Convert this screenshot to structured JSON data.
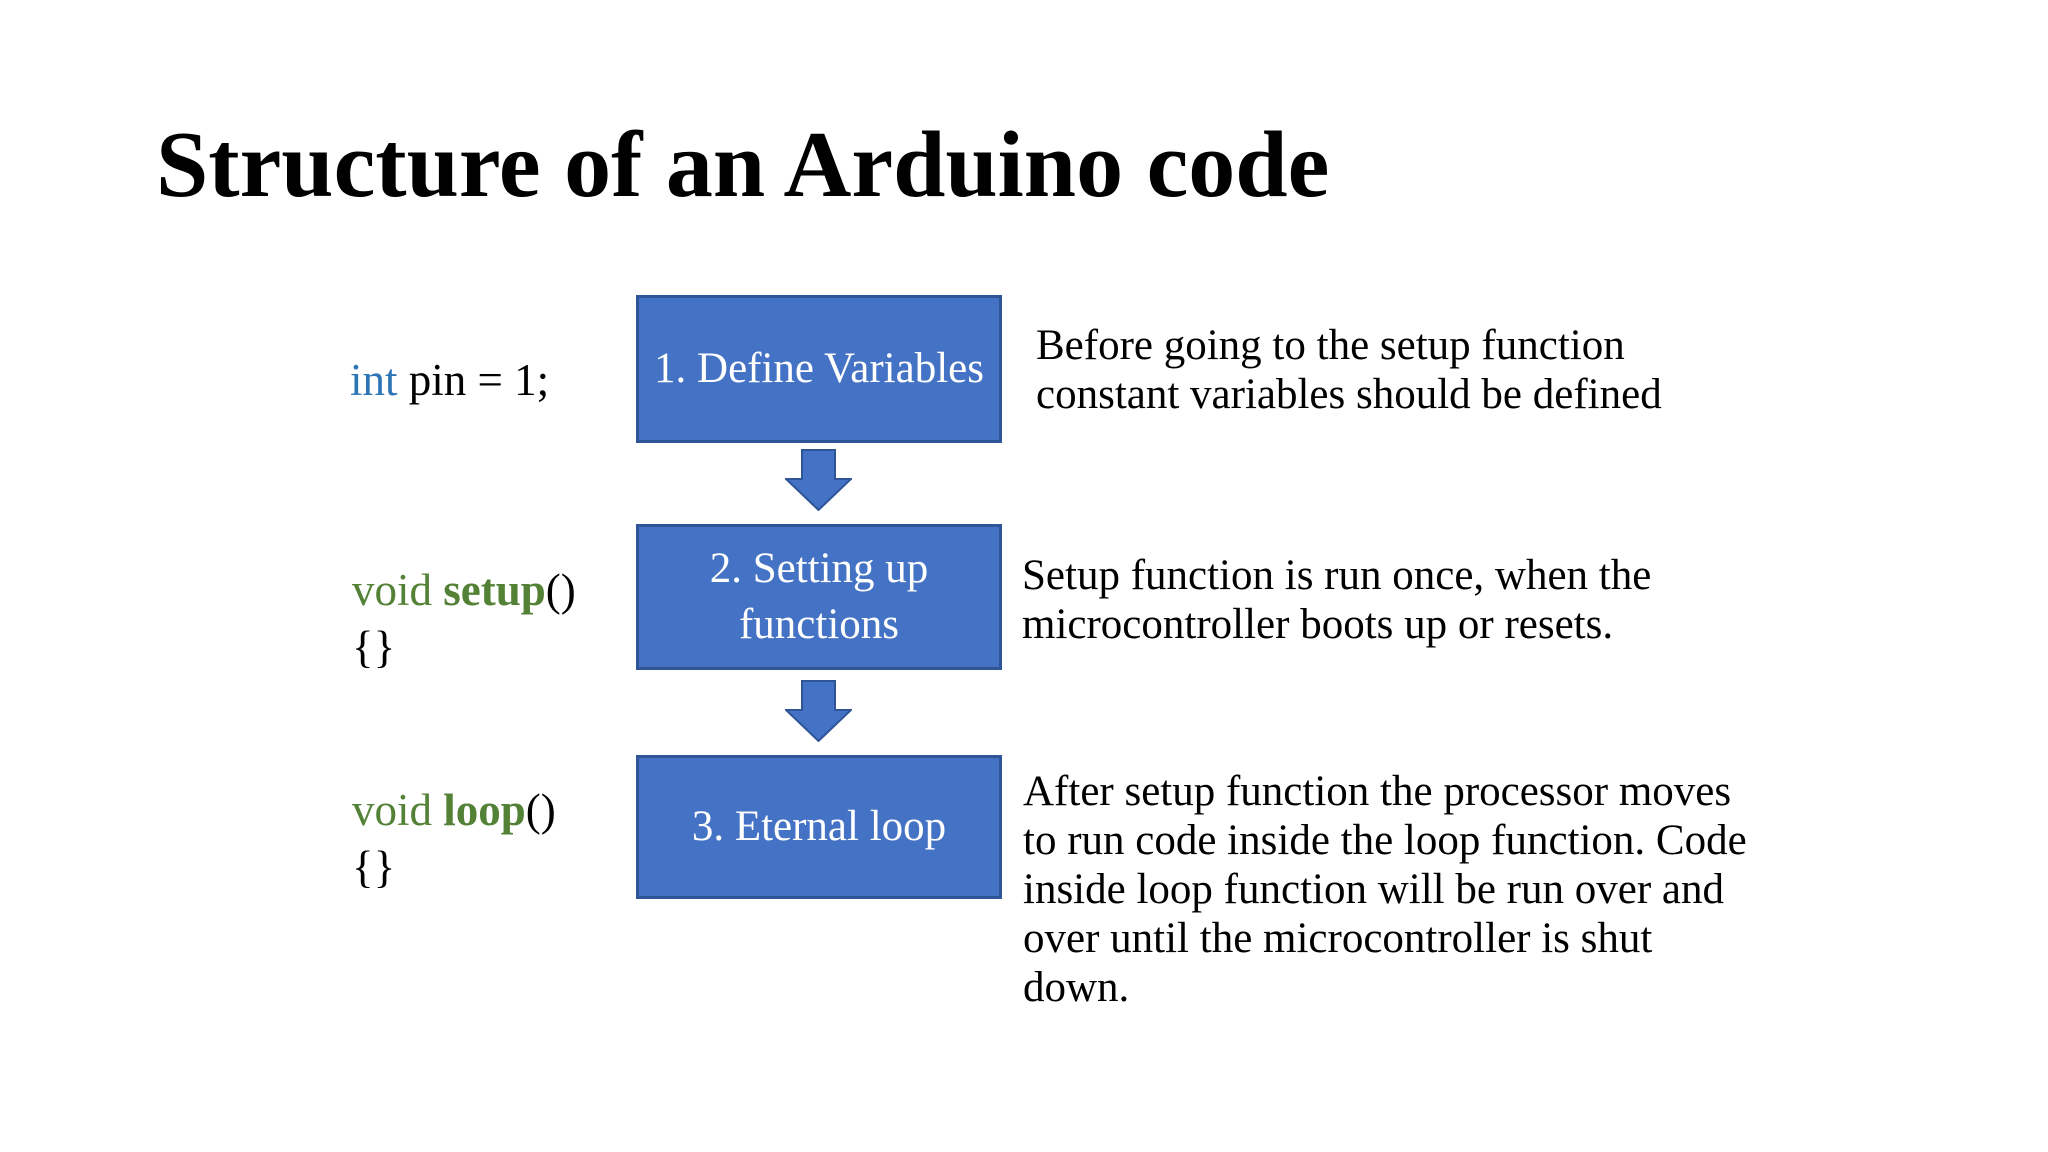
{
  "colors": {
    "box_fill": "#4472C4",
    "box_border": "#2F5597",
    "keyword_blue": "#2E75B6",
    "keyword_green": "#538135",
    "box_text": "#FFFFFF",
    "body_text": "#000000"
  },
  "slide": {
    "title": "Structure of an Arduino code"
  },
  "code": {
    "define_vars": {
      "keyword": "int",
      "rest": " pin = 1;"
    },
    "setup_fn": {
      "type": "void ",
      "name": "setup",
      "suffix": "()",
      "braces": "{}"
    },
    "loop_fn": {
      "type": "void ",
      "name": "loop",
      "suffix": "()",
      "braces": "{}"
    }
  },
  "flow": {
    "boxes": [
      {
        "lines": [
          "1. Define Variables"
        ]
      },
      {
        "lines": [
          "2. Setting up",
          "functions"
        ]
      },
      {
        "lines": [
          "3. Eternal loop"
        ]
      }
    ],
    "arrow_icon": "down-block-arrow"
  },
  "descriptions": [
    {
      "lines": [
        "Before going to the setup function",
        "constant variables should be defined"
      ]
    },
    {
      "lines": [
        "Setup function is run once, when the",
        "microcontroller boots up or resets."
      ]
    },
    {
      "lines": [
        "After setup function the processor moves",
        "to run code inside the loop function. Code",
        "inside loop function will be run over and",
        "over until the microcontroller is shut",
        "down."
      ]
    }
  ]
}
